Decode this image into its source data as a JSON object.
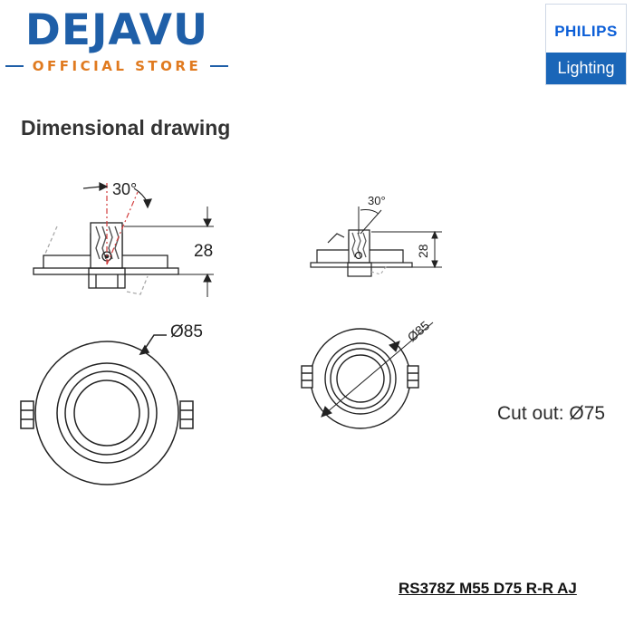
{
  "store_logo": {
    "name": "DEJAVU",
    "subtitle": "OFFICIAL STORE"
  },
  "brand_logo": {
    "top": "PHILIPS",
    "bottom": "Lighting"
  },
  "section_title": "Dimensional drawing",
  "dimensions": {
    "left_angle": "30°",
    "left_height": "28",
    "left_diameter": "Ø85",
    "right_angle": "30°",
    "right_height": "28",
    "right_diameter": "Ø85"
  },
  "cutout_label": "Cut out: Ø75",
  "model_code": "RS378Z M55 D75 R-R AJ",
  "colors": {
    "store_blue": "#1f5fa8",
    "store_orange": "#e07a1f",
    "philips_blue": "#1a66b8",
    "drawing_line": "#222222",
    "axis_red": "#d23c3c"
  }
}
